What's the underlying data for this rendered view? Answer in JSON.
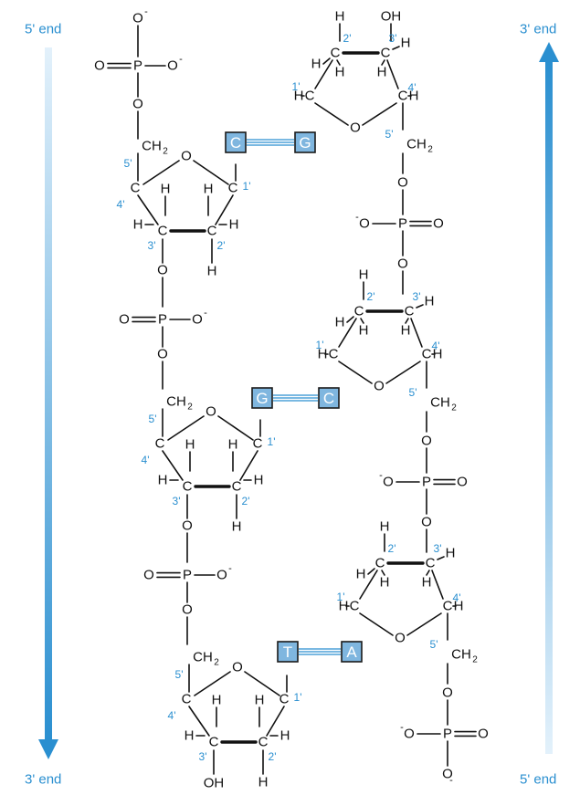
{
  "labels": {
    "left_top": "5' end",
    "left_bottom": "3' end",
    "right_top": "3' end",
    "right_bottom": "5' end"
  },
  "colors": {
    "accent": "#2a8fd0",
    "accent_light": "#cfe6f6",
    "ink": "#111111",
    "base_fill": "#7fb6df",
    "base_border": "#1a1a1a",
    "base_text": "#ffffff"
  },
  "strands": {
    "left": {
      "phosphate_top": {
        "o_top": "O",
        "o_top_sup": "-",
        "o_left": "O",
        "p": "P",
        "o_right": "O",
        "o_right_sup": "-",
        "o_bottom": "O"
      },
      "nucleotides": [
        {
          "ch2": "CH",
          "ch2_sub": "2",
          "ring_o": "O",
          "c": "C",
          "h": "H",
          "n5": "5'",
          "n4": "4'",
          "n3": "3'",
          "n2": "2'",
          "n1": "1'",
          "base": "C",
          "o_link": "O",
          "phosphate": {
            "o_left": "O",
            "p": "P",
            "o_right": "O",
            "o_right_sup": "-",
            "o_bottom": "O"
          }
        },
        {
          "ch2": "CH",
          "ch2_sub": "2",
          "ring_o": "O",
          "c": "C",
          "h": "H",
          "n5": "5'",
          "n4": "4'",
          "n3": "3'",
          "n2": "2'",
          "n1": "1'",
          "base": "G",
          "o_link": "O",
          "phosphate": {
            "o_left": "O",
            "p": "P",
            "o_right": "O",
            "o_right_sup": "-",
            "o_bottom": "O"
          }
        },
        {
          "ch2": "CH",
          "ch2_sub": "2",
          "ring_o": "O",
          "c": "C",
          "h": "H",
          "n5": "5'",
          "n4": "4'",
          "n3": "3'",
          "n2": "2'",
          "n1": "1'",
          "base": "T",
          "oh": "OH"
        }
      ]
    },
    "right": {
      "nucleotides": [
        {
          "oh": "OH",
          "ring_o": "O",
          "c": "C",
          "h": "H",
          "ch2": "CH",
          "ch2_sub": "2",
          "n1": "1'",
          "n2": "2'",
          "n3": "3'",
          "n4": "4'",
          "n5": "5'",
          "base": "G",
          "o_link": "O",
          "phosphate": {
            "o_left": "O",
            "o_left_sup": "-",
            "p": "P",
            "o_right": "O",
            "o_bottom": "O"
          }
        },
        {
          "ring_o": "O",
          "c": "C",
          "h": "H",
          "ch2": "CH",
          "ch2_sub": "2",
          "n1": "1'",
          "n2": "2'",
          "n3": "3'",
          "n4": "4'",
          "n5": "5'",
          "base": "C",
          "o_link": "O",
          "phosphate": {
            "o_left": "O",
            "o_left_sup": "-",
            "p": "P",
            "o_right": "O",
            "o_bottom": "O"
          }
        },
        {
          "ring_o": "O",
          "c": "C",
          "h": "H",
          "ch2": "CH",
          "ch2_sub": "2",
          "n1": "1'",
          "n2": "2'",
          "n3": "3'",
          "n4": "4'",
          "n5": "5'",
          "base": "A",
          "o_link": "O",
          "phosphate": {
            "o_left": "O",
            "o_left_sup": "-",
            "p": "P",
            "o_right": "O",
            "o_bottom": "O",
            "o_bottom_sup": "-"
          }
        }
      ]
    }
  }
}
